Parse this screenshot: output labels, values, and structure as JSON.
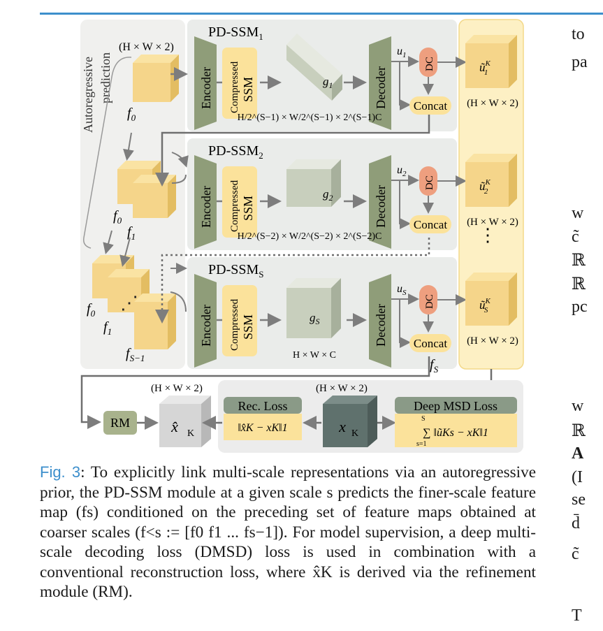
{
  "figure": {
    "autoregressive_label": [
      "Autoregressive",
      "prediction"
    ],
    "input_dims": "(H × W × 2)",
    "blocks": [
      {
        "title": "PD-SSM",
        "sub": "1",
        "encoder": "Encoder",
        "ssm": [
          "Compressed",
          "SSM"
        ],
        "g": "g",
        "g_sub": "1",
        "decoder": "Decoder",
        "u": "u",
        "u_sub": "1",
        "dc": "DC",
        "concat": "Concat",
        "dims": "H/2^(S−1) × W/2^(S−1) × 2^(S−1)C",
        "out": "ũ",
        "out_sub": "1",
        "out_sup": "K",
        "out_dims": "(H × W × 2)"
      },
      {
        "title": "PD-SSM",
        "sub": "2",
        "encoder": "Encoder",
        "ssm": [
          "Compressed",
          "SSM"
        ],
        "g": "g",
        "g_sub": "2",
        "decoder": "Decoder",
        "u": "u",
        "u_sub": "2",
        "dc": "DC",
        "concat": "Concat",
        "dims": "H/2^(S−2) × W/2^(S−2) × 2^(S−2)C",
        "out": "ũ",
        "out_sub": "2",
        "out_sup": "K",
        "out_dims": "(H × W × 2)"
      },
      {
        "title": "PD-SSM",
        "sub": "S",
        "encoder": "Encoder",
        "ssm": [
          "Compressed",
          "SSM"
        ],
        "g": "g",
        "g_sub": "S",
        "decoder": "Decoder",
        "u": "u",
        "u_sub": "S",
        "dc": "DC",
        "concat": "Concat",
        "dims": "H × W × C",
        "out": "ũ",
        "out_sub": "S",
        "out_sup": "K",
        "out_dims": "(H × W × 2)"
      }
    ],
    "feature_labels": {
      "f0": "f",
      "f1": "f",
      "fs1": "f",
      "fs": "f"
    },
    "bottom": {
      "rm": "RM",
      "xhat": "x̂",
      "xhat_sub": "K",
      "xhat_dims": "(H × W × 2)",
      "rec_loss": "Rec. Loss",
      "rec_formula": "‖x̂K − xK‖1",
      "x": "x",
      "x_sub": "K",
      "x_dims": "(H × W × 2)",
      "msd_loss": "Deep MSD Loss",
      "msd_formula": "∑ ‖ũKs − xK‖1",
      "sum_top": "S",
      "sum_bot": "s=1"
    }
  },
  "caption": {
    "label": "Fig. 3",
    "text": ": To explicitly link multi-scale representations via an autoregressive prior, the PD-SSM module at a given scale s predicts the finer-scale feature map (fs) conditioned on the preceding set of feature maps obtained at coarser scales (f<s := [f0 f1 ... fs−1]). For model supervision, a deep multi-scale decoding loss (DMSD) loss is used in combination with a conventional reconstruction loss, where x̂K is derived via the refinement module (RM)."
  },
  "colors": {
    "accent": "#3d8fcc",
    "panel": "#eaecea",
    "cube": "#f5d58a",
    "encoder": "#8f9d79",
    "dc": "#ee9f7f",
    "ssm": "#fbe29b",
    "gray_cube": "#cdd3c5",
    "dark_cube": "#5e706d",
    "loss_header": "#8a9a87"
  },
  "right_column": [
    "to",
    "pa",
    "w",
    "c̃",
    "ℝ",
    "ℝ",
    "pc",
    "w",
    "ℝ",
    "A",
    "(I",
    "se",
    "d̄",
    "c̃",
    "T"
  ]
}
